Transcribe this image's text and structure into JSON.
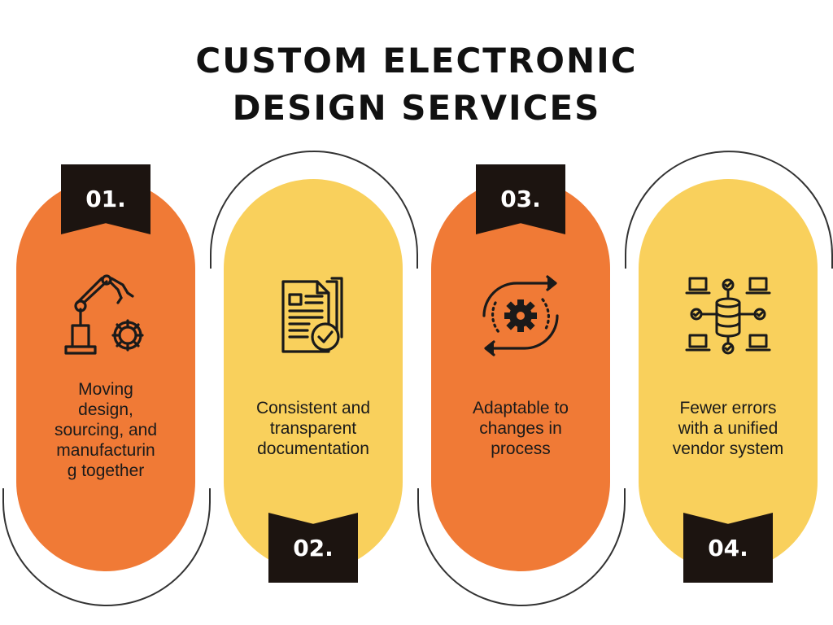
{
  "title": {
    "line1": "CUSTOM ELECTRONIC",
    "line2": "DESIGN SERVICES"
  },
  "colors": {
    "orange": "#f07a36",
    "yellow": "#f9d05c",
    "badge": "#1c1410",
    "outline": "#333333"
  },
  "cards": [
    {
      "number": "01.",
      "icon": "robotic-arm-gear-icon",
      "color": "orange",
      "text": "Moving\ndesign,\nsourcing, and\nmanufacturin\ng together"
    },
    {
      "number": "02.",
      "icon": "document-checkmark-icon",
      "color": "yellow",
      "text": "Consistent and\ntransparent\ndocumentation"
    },
    {
      "number": "03.",
      "icon": "gear-cycle-arrows-icon",
      "color": "orange",
      "text": "Adaptable to\nchanges in\nprocess"
    },
    {
      "number": "04.",
      "icon": "database-network-icon",
      "color": "yellow",
      "text": "Fewer errors\nwith a unified\nvendor system"
    }
  ]
}
